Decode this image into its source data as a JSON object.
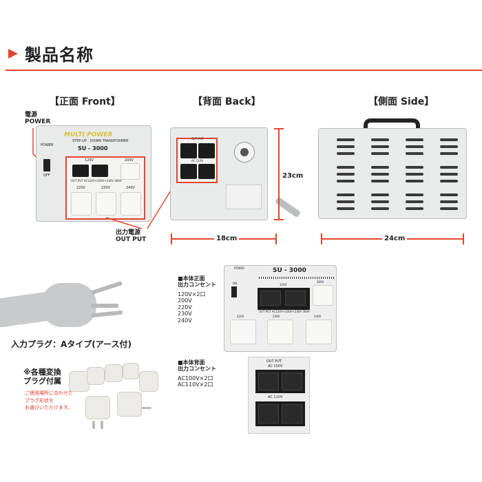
{
  "heading": "製品名称",
  "views": {
    "front": "【正面 Front】",
    "back": "【背面 Back】",
    "side": "【側面 Side】"
  },
  "callouts": {
    "power_jp": "電源",
    "power_en": "POWER",
    "output_jp": "出力電源",
    "output_en": "OUT PUT"
  },
  "dimensions": {
    "height": "23cm",
    "width": "18cm",
    "depth": "24cm"
  },
  "device": {
    "brand": "MULTI POWER",
    "subtitle": "STEP-UP · DOWN TRANSFORMER",
    "model": "SU - 3000",
    "power_label": "POWER",
    "switch_on": "ON",
    "switch_off": "OFF",
    "v120": "120V",
    "v200": "200V",
    "v220": "220V",
    "v230": "230V",
    "v240": "240V",
    "output_note": "OUT PUT AC120V+200V+230V 3KVA",
    "back_output": "OUT PUT",
    "ac100": "AC 100V",
    "ac110": "AC 110V"
  },
  "front_outlets": {
    "title": "■本体正面",
    "subtitle": "出力コンセント",
    "lines": [
      "120V×2口",
      "200V",
      "220V",
      "230V",
      "240V"
    ]
  },
  "back_outlets": {
    "title": "■本体背面",
    "subtitle": "出力コンセント",
    "lines": [
      "AC100V×2口",
      "AC110V×2口"
    ]
  },
  "plug_caption": "入力プラグ：Aタイプ(アース付)",
  "adapter_note": {
    "line1": "※各種変換",
    "line2": "プラグ付属",
    "sub1": "ご使用場所に合わせた",
    "sub2": "プラグ形状を",
    "sub3": "お選びいただけます。"
  }
}
